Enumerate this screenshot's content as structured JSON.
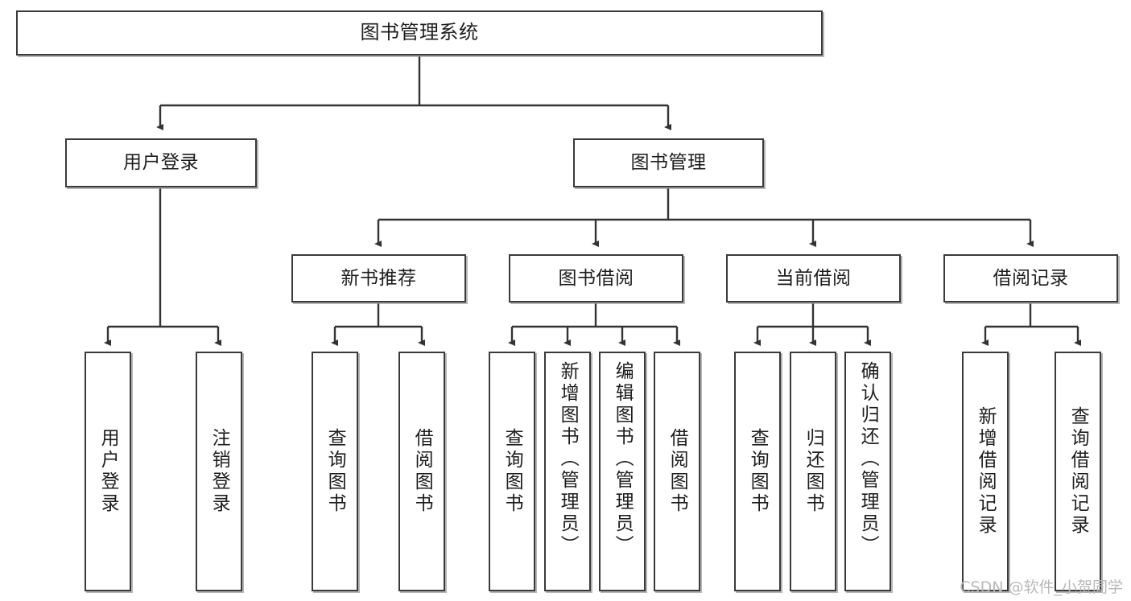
{
  "diagram": {
    "title": "图书管理系统",
    "type": "tree-hierarchy-chart",
    "watermark": "CSDN @软件_小贺同学",
    "colors": {
      "box_border": "#3a3a3a",
      "box_fill": "#ffffff",
      "edge": "#333333",
      "text": "#1d1d1d",
      "watermark": "#b9b9b9"
    },
    "nodes": {
      "root": {
        "label": "图书管理系统"
      },
      "level2": [
        {
          "label": "用户登录"
        },
        {
          "label": "图书管理"
        }
      ],
      "level3": [
        {
          "label": "新书推荐"
        },
        {
          "label": "图书借阅"
        },
        {
          "label": "当前借阅"
        },
        {
          "label": "借阅记录"
        }
      ],
      "leaves": {
        "user_login": [
          {
            "label": "用户登录"
          },
          {
            "label": "注销登录"
          }
        ],
        "new_book_recommend": [
          {
            "label": "查询图书"
          },
          {
            "label": "借阅图书"
          }
        ],
        "book_borrow": [
          {
            "label": "查询图书"
          },
          {
            "label": "新增图书（管理员）"
          },
          {
            "label": "编辑图书（管理员）"
          },
          {
            "label": "借阅图书"
          }
        ],
        "current_borrow": [
          {
            "label": "查询图书"
          },
          {
            "label": "归还图书"
          },
          {
            "label": "确认归还（管理员）"
          }
        ],
        "borrow_record": [
          {
            "label": "新增借阅记录"
          },
          {
            "label": "查询借阅记录"
          }
        ]
      }
    }
  }
}
